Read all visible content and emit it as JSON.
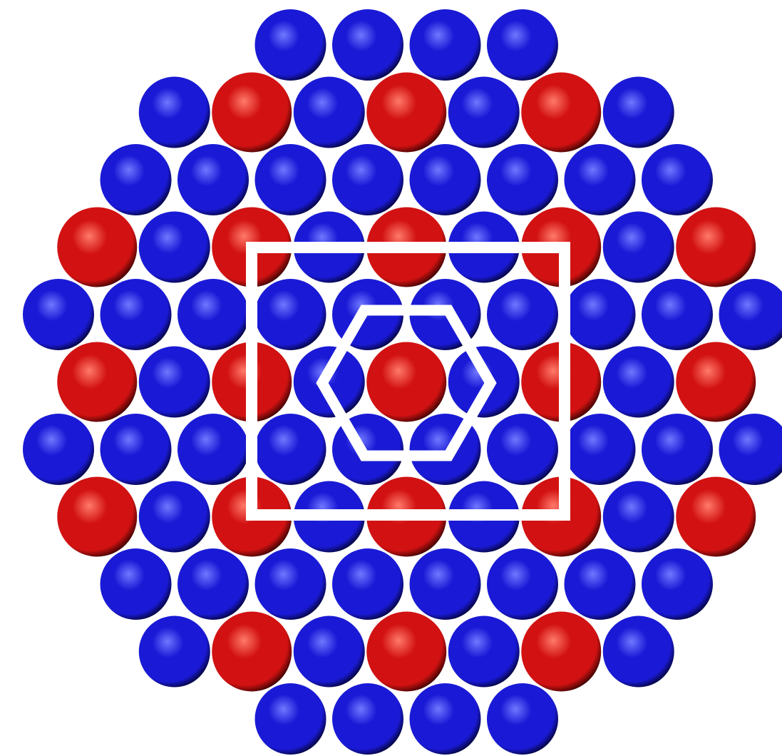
{
  "figure": {
    "background_color": "#ffffff",
    "atom_colors": {
      "A": {
        "base": "#1a1ad6",
        "highlight": "#6f78ff",
        "shadow": "#06064a"
      },
      "B": {
        "base": "#d21212",
        "highlight": "#ff7a6a",
        "shadow": "#4a0404"
      }
    },
    "overlay_color": "#ffffff",
    "rows": [
      {
        "offset": 3,
        "atoms": [
          "A",
          "A",
          "A",
          "A"
        ]
      },
      {
        "offset": 1.5,
        "atoms": [
          "A",
          "B",
          "A",
          "B",
          "A",
          "B",
          "A"
        ]
      },
      {
        "offset": 1,
        "atoms": [
          "A",
          "A",
          "A",
          "A",
          "A",
          "A",
          "A",
          "A"
        ]
      },
      {
        "offset": 0.5,
        "atoms": [
          "B",
          "A",
          "B",
          "A",
          "B",
          "A",
          "B",
          "A",
          "B"
        ]
      },
      {
        "offset": 0,
        "atoms": [
          "A",
          "A",
          "A",
          "A",
          "A",
          "A",
          "A",
          "A",
          "A",
          "A"
        ]
      },
      {
        "offset": 0.5,
        "atoms": [
          "B",
          "A",
          "B",
          "A",
          "B",
          "A",
          "B",
          "A",
          "B"
        ]
      },
      {
        "offset": 0,
        "atoms": [
          "A",
          "A",
          "A",
          "A",
          "A",
          "A",
          "A",
          "A",
          "A",
          "A"
        ]
      },
      {
        "offset": 0.5,
        "atoms": [
          "B",
          "A",
          "B",
          "A",
          "B",
          "A",
          "B",
          "A",
          "B"
        ]
      },
      {
        "offset": 1,
        "atoms": [
          "A",
          "A",
          "A",
          "A",
          "A",
          "A",
          "A",
          "A"
        ]
      },
      {
        "offset": 1.5,
        "atoms": [
          "A",
          "B",
          "A",
          "B",
          "A",
          "B",
          "A"
        ]
      },
      {
        "offset": 3,
        "atoms": [
          "A",
          "A",
          "A",
          "A"
        ]
      }
    ],
    "overlays": [
      {
        "shape": "square",
        "meaning": "unit-cell-outline"
      },
      {
        "shape": "hexagon",
        "meaning": "nearest-neighbour-shell"
      }
    ]
  }
}
